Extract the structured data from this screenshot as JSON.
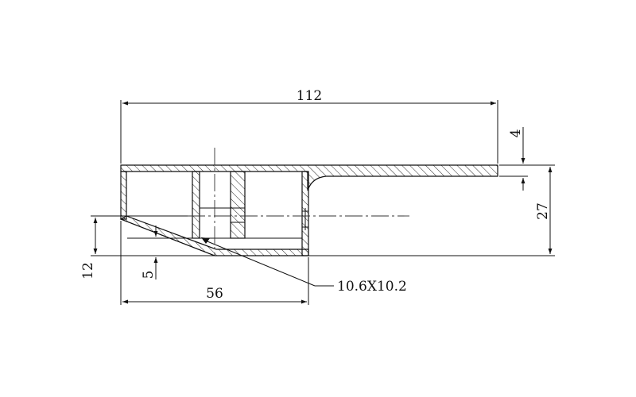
{
  "dimensions": {
    "overall_width": "112",
    "total_height": "27",
    "flange_thickness": "4",
    "base_width": "56",
    "left_height": "12",
    "offset": "5"
  },
  "callout": {
    "slot_size": "10.6X10.2"
  }
}
